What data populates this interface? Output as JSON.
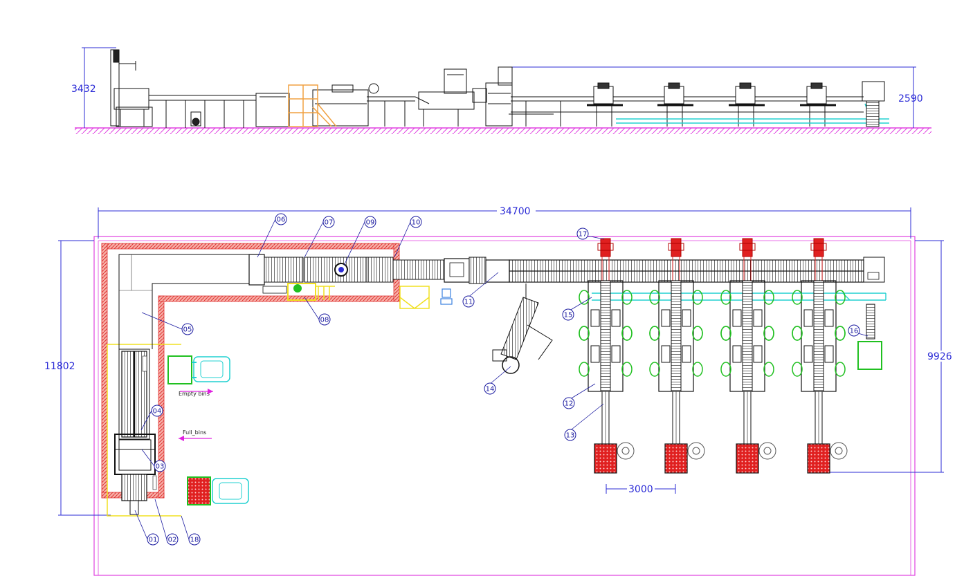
{
  "elevation_view": {
    "dimensions": {
      "height_left": "3432",
      "height_right": "2590"
    }
  },
  "plan_view": {
    "dimensions": {
      "overall_length": "34700",
      "overall_width": "11802",
      "line_width": "9926",
      "station_pitch": "3000"
    },
    "annotations": {
      "empty_bins": "Empty bins",
      "full_bins": "Full_bins"
    },
    "balloons": [
      "01",
      "02",
      "03",
      "04",
      "05",
      "06",
      "07",
      "08",
      "09",
      "10",
      "11",
      "12",
      "13",
      "14",
      "15",
      "16",
      "17",
      "18"
    ]
  },
  "colors": {
    "dimension": "#2b2bd6",
    "hatch_floor": "#e040e0",
    "safety_fence": "#e03030",
    "zone_yellow": "#f0e020",
    "forklift_cyan": "#20d0d0",
    "bin_green": "#20c020",
    "bin_red": "#e02020",
    "orange_stair": "#f0a040",
    "arrow_magenta": "#e020e0"
  }
}
